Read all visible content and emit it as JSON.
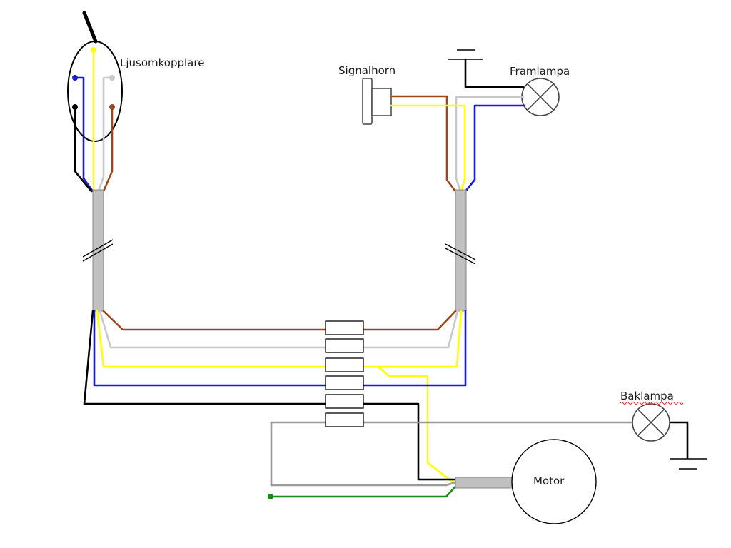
{
  "labels": {
    "switch": "Ljusomkopplare",
    "horn": "Signalhorn",
    "front_lamp": "Framlampa",
    "rear_lamp": "Baklampa",
    "motor": "Motor"
  },
  "colors": {
    "brown": "#a0451a",
    "gray": "#c8c8c8",
    "dark_gray": "#9a9a9a",
    "yellow": "#ffff00",
    "blue": "#1a1ad8",
    "black": "#000000",
    "green": "#1a8a1a",
    "cable": "#c0c0c0"
  }
}
